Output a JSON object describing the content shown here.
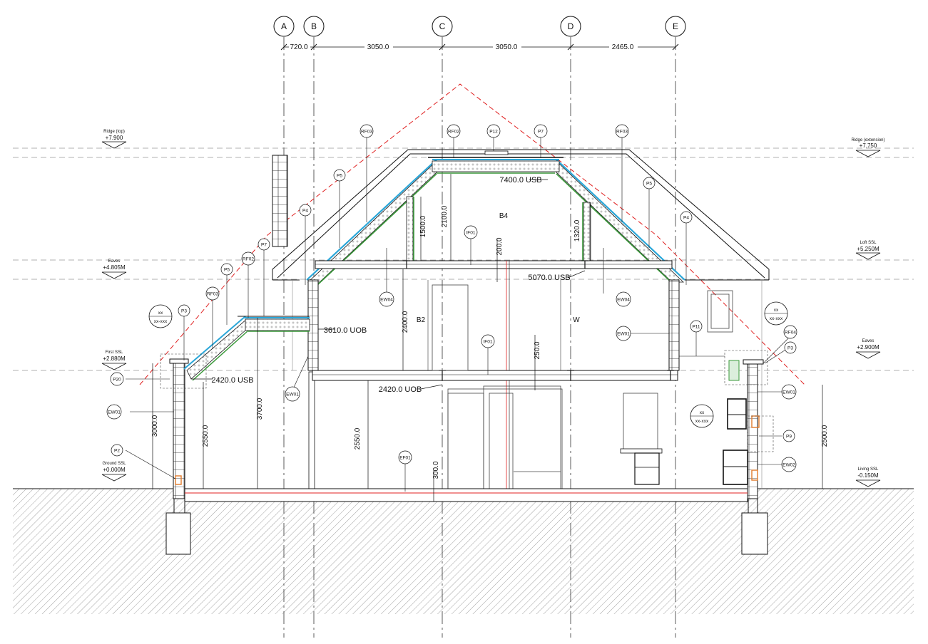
{
  "grid": [
    {
      "label": "A"
    },
    {
      "label": "B"
    },
    {
      "label": "C"
    },
    {
      "label": "D"
    },
    {
      "label": "E"
    }
  ],
  "grid_dimensions": [
    "720.0",
    "3050.0",
    "3050.0",
    "2465.0"
  ],
  "levels": [
    {
      "name": "Ridge (top)",
      "value": "+7.900"
    },
    {
      "name": "Eaves",
      "value": "+4.805M"
    },
    {
      "name": "First SSL",
      "value": "+2.880M"
    },
    {
      "name": "Ground SSL",
      "value": "+0.000M"
    },
    {
      "name": "Ridge (extension)",
      "value": "+7.750"
    },
    {
      "name": "Loft SSL",
      "value": "+5.250M"
    },
    {
      "name": "Eaves",
      "value": "+2.900M"
    },
    {
      "name": "Living SSL",
      "value": "-0.150M"
    }
  ],
  "rooms": [
    "B4",
    "B2",
    "W"
  ],
  "dimensions": {
    "usb_top": "7400.0 USB",
    "usb_loft": "5070.0 USB",
    "uob_first": "3610.0 UOB",
    "usb_first": "2420.0 USB",
    "uob_ground": "2420.0 UOB",
    "v2100": "2100.0",
    "v1500": "1500.0",
    "v1320": "1320.0",
    "v200": "200.0",
    "v2400": "2400.0",
    "v250": "250.0",
    "v3700": "3700.0",
    "v2550a": "2550.0",
    "v2550b": "2550.0",
    "v3000": "3000.0",
    "v300": "300.0",
    "v2500": "2500.0"
  },
  "tags": {
    "rf03_left": "RF03",
    "rf02_top": "RF02",
    "p12": "P12",
    "p7_top": "P7",
    "rf03_right": "RF03",
    "p5_left": "P5",
    "p5_right": "P5",
    "p4_left": "P4",
    "p4_right": "P4",
    "if01_loft": "IF01",
    "if01_first": "IF01",
    "ew04_left": "EW04",
    "ew04_right": "EW04",
    "ew01_right_upper": "EW01",
    "ew01_mid": "EW01",
    "ew01_left": "EW01",
    "ew01_far_right": "EW01",
    "p7_left": "P7",
    "rf02_left": "RF02",
    "p5_low": "P5",
    "rf03_low": "RF03",
    "p3_left": "P3",
    "p3_right": "P3",
    "p20": "P20",
    "p2": "P2",
    "ef01": "EF01",
    "p11": "P11",
    "rf04": "RF04",
    "p9": "P9",
    "ew02": "EW02"
  },
  "section_refs": [
    {
      "top": "xx",
      "bottom": "xx-xxx"
    },
    {
      "top": "xx",
      "bottom": "xx-xxx"
    },
    {
      "top": "xx",
      "bottom": "xx-xxx"
    }
  ],
  "colors": {
    "line": "#111111",
    "insulation_blue": "#2aa6d8",
    "insulation_green": "#3b9a3b",
    "red_dashed": "#e02020",
    "orange_dpc": "#e07a2a",
    "ground_hatch": "#777777"
  }
}
